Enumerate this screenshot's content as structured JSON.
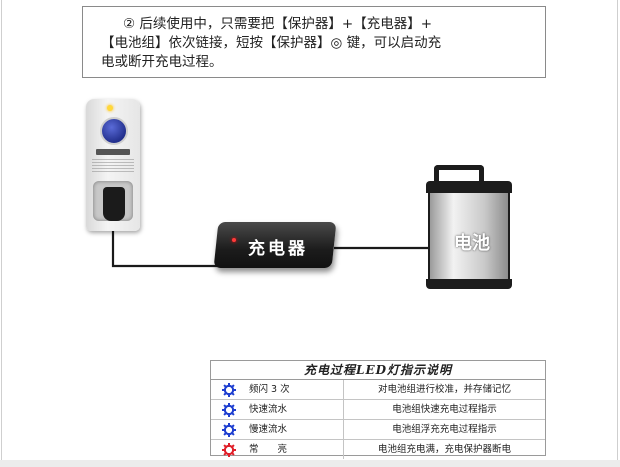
{
  "instruction": {
    "line1": "② 后续使用中，只需要把【保护器】+【充电器】+",
    "line2": "【电池组】依次链接，短按【保护器】◎ 键，可以启动充",
    "line3": "电或断开充电过程。"
  },
  "charger": {
    "label": "充电器"
  },
  "battery": {
    "label": "电池"
  },
  "legend": {
    "title": "充电过程LED灯指示说明",
    "rows": [
      {
        "icon": "blue-gear-icon",
        "color": "#1f3fd0",
        "mode": "频闪 3 次",
        "desc": "对电池组进行校准，并存储记忆"
      },
      {
        "icon": "blue-gear-icon",
        "color": "#1f3fd0",
        "mode": "快速流水",
        "desc": "电池组快速充电过程指示"
      },
      {
        "icon": "blue-gear-icon",
        "color": "#1f3fd0",
        "mode": "慢速流水",
        "desc": "电池组浮充充电过程指示"
      },
      {
        "icon": "red-gear-icon",
        "color": "#e0202a",
        "mode": "常　　亮",
        "desc": "电池组充电满，充电保护器断电"
      }
    ]
  }
}
